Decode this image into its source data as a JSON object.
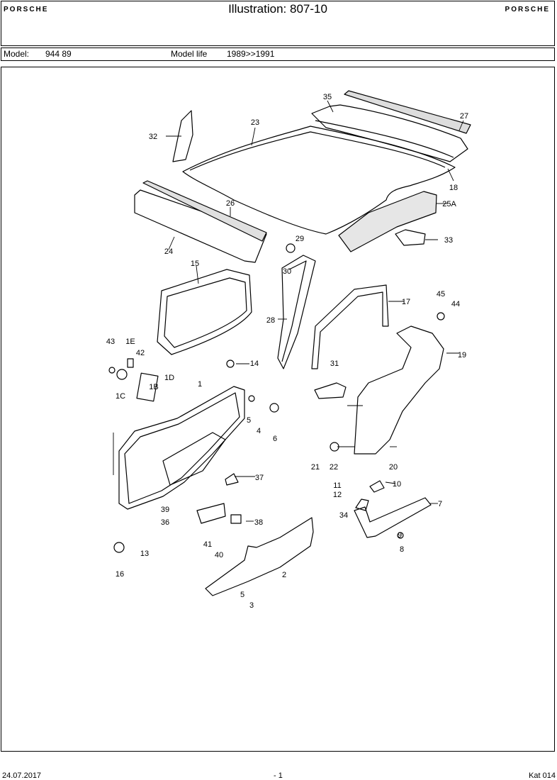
{
  "header": {
    "brand_left": "PORSCHE",
    "title": "Illustration: 807-10",
    "brand_right": "PORSCHE"
  },
  "info": {
    "model_label": "Model:",
    "model_value": "944 89",
    "life_label": "Model life",
    "life_value": "1989>>1991"
  },
  "parts": [
    "1",
    "1B",
    "1C",
    "1D",
    "1E",
    "2",
    "3",
    "4",
    "5",
    "5",
    "6",
    "7",
    "9",
    "8",
    "10",
    "11",
    "12",
    "13",
    "14",
    "15",
    "16",
    "17",
    "18",
    "19",
    "20",
    "21",
    "22",
    "23",
    "24",
    "25A",
    "26",
    "27",
    "28",
    "29",
    "30",
    "31",
    "32",
    "33",
    "34",
    "35",
    "36",
    "37",
    "38",
    "39",
    "40",
    "41",
    "42",
    "43",
    "44",
    "45"
  ],
  "footer": {
    "date": "24.07.2017",
    "page": "- 1",
    "catalog": "Kat 014"
  }
}
